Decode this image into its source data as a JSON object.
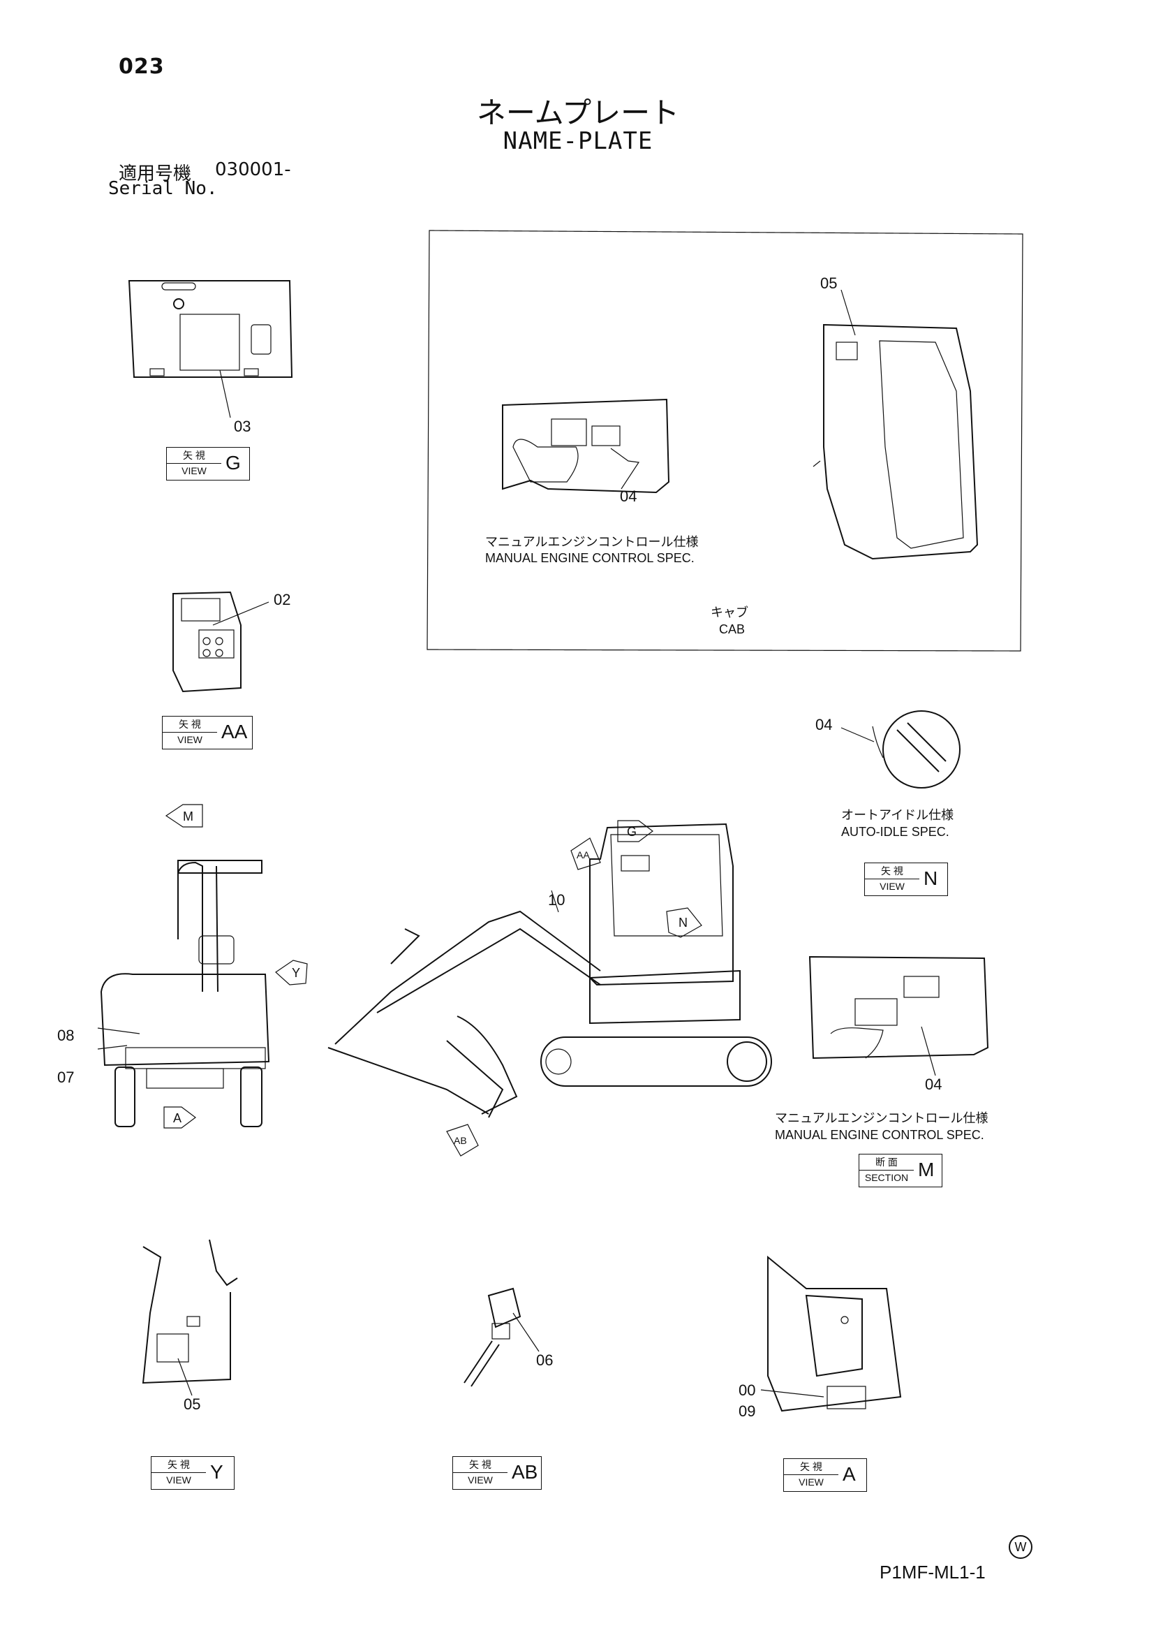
{
  "page_number": "023",
  "title_jp": "ネームプレート",
  "title_en": "NAME-PLATE",
  "serial_label_jp": "適用号機",
  "serial_value": "030001-",
  "serial_label_en": "Serial No.",
  "view_label_jp": "矢 視",
  "view_label_en": "VIEW",
  "section_label_jp": "断 面",
  "section_label_en": "SECTION",
  "views": {
    "g": "G",
    "aa": "AA",
    "n": "N",
    "m": "M",
    "y": "Y",
    "ab": "AB",
    "a": "A"
  },
  "part_labels": {
    "p00": "00",
    "p02": "02",
    "p03": "03",
    "p04_cab": "04",
    "p04_auto": "04",
    "p04_sect": "04",
    "p05_cab": "05",
    "p05_y": "05",
    "p06": "06",
    "p07": "07",
    "p08": "08",
    "p09": "09",
    "p10": "10"
  },
  "cab_box": {
    "manual_jp": "マニュアルエンジンコントロール仕様",
    "manual_en": "MANUAL ENGINE CONTROL SPEC.",
    "cab_jp": "キャブ",
    "cab_en": "CAB"
  },
  "auto_idle_jp": "オートアイドル仕様",
  "auto_idle_en": "AUTO-IDLE SPEC.",
  "section_manual_jp": "マニュアルエンジンコントロール仕様",
  "section_manual_en": "MANUAL ENGINE CONTROL SPEC.",
  "marker_letters": {
    "m": "M",
    "g": "G",
    "aa": "AA",
    "n": "N",
    "y": "Y",
    "a": "A",
    "ab": "AB"
  },
  "watermark": "W",
  "footer_code": "P1MF-ML1-1"
}
